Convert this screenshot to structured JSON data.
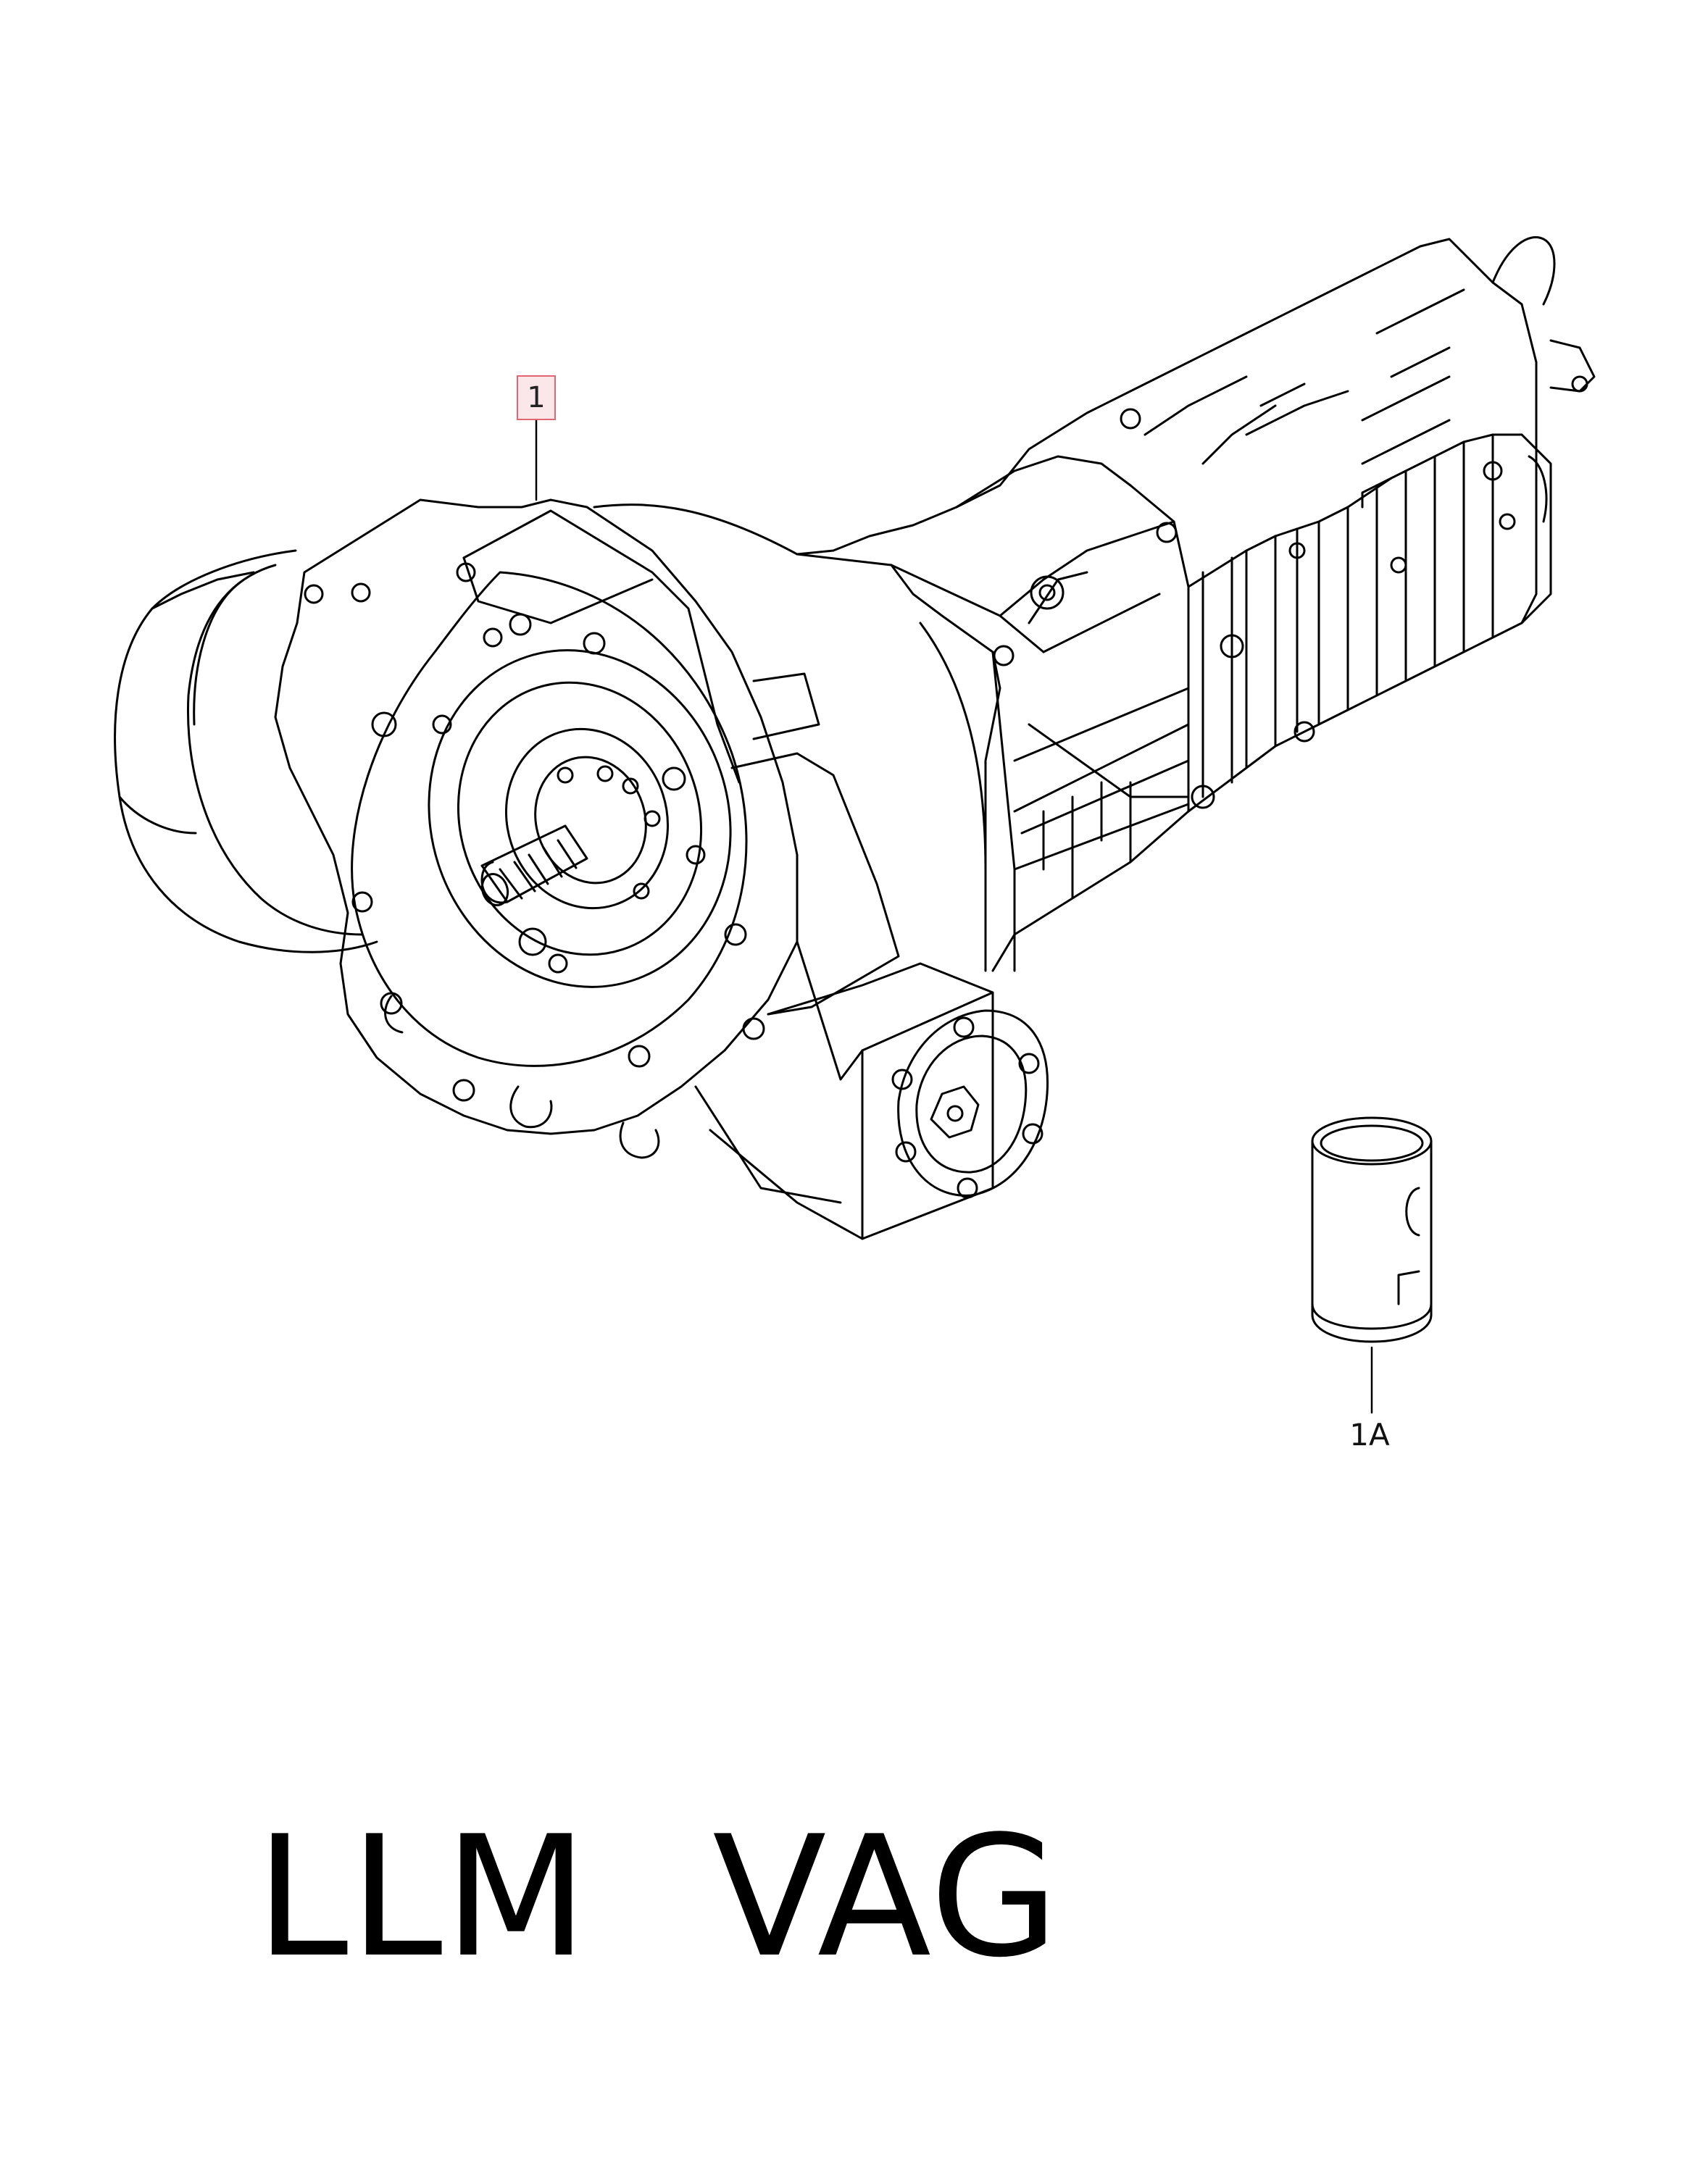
{
  "callouts": {
    "part_1": "1",
    "part_1a": "1A"
  },
  "footer": {
    "word_1": "LLM",
    "word_2": "VAG"
  },
  "colors": {
    "callout_border": "#e0666f",
    "callout_fill": "#fbe6ea",
    "line": "#000000"
  }
}
